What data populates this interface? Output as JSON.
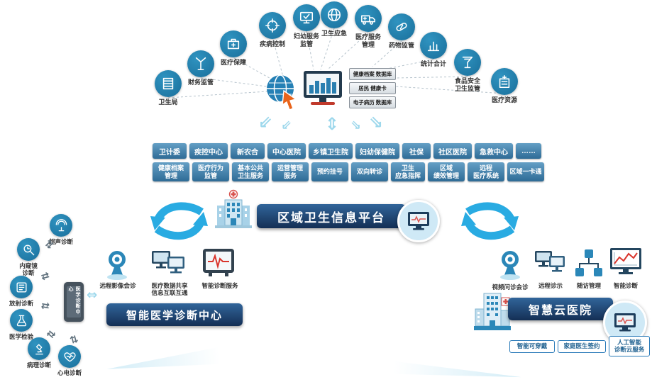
{
  "platform": {
    "title": "区域卫生信息平台"
  },
  "glyphs": {
    "swap": "⇄",
    "down_left": "⇙",
    "down_right": "⇘",
    "up_down": "⇕",
    "left_right": "⇔"
  },
  "colors": {
    "circle": "#1f7ba8",
    "accent_arrow": "#29abe2",
    "banner": "#1b4676",
    "button": "#35719f"
  },
  "top_arc": {
    "items": [
      {
        "label": "卫生局",
        "icon": "book-icon"
      },
      {
        "label": "财务监管",
        "icon": "antenna-icon"
      },
      {
        "label": "医疗保障",
        "icon": "medkit-icon"
      },
      {
        "label": "疾病控制",
        "icon": "target-icon"
      },
      {
        "label": "妇幼服务\n监管",
        "icon": "monitor-check-icon"
      },
      {
        "label": "卫生应急",
        "icon": "globe-icon"
      },
      {
        "label": "医疗服务\n管理",
        "icon": "ambulance-icon"
      },
      {
        "label": "药物监管",
        "icon": "pill-icon"
      },
      {
        "label": "统计合计",
        "icon": "bar-chart-icon"
      },
      {
        "label": "食品安全\n卫生监管",
        "icon": "glass-icon"
      },
      {
        "label": "医疗资源",
        "icon": "hospital-icon"
      }
    ]
  },
  "hub": {
    "databases": [
      "健康档案 数据库",
      "居民 健康卡",
      "电子病历 数据库"
    ]
  },
  "org_row": [
    "卫计委",
    "疾控中心",
    "新农合",
    "中心医院",
    "乡镇卫生院",
    "妇幼保健院",
    "社保",
    "社区医院",
    "急救中心",
    "……"
  ],
  "service_row": [
    "健康档案\n管理",
    "医疗行为\n监管",
    "基本公共\n卫生服务",
    "运营管理\n服务",
    "预约挂号",
    "双向转诊",
    "卫生\n应急指挥",
    "区域\n绩效管理",
    "远程\n医疗系统",
    "区域一卡通"
  ],
  "left_center": {
    "banner": "智能医学诊断中心",
    "device_label": "医学诊断中心",
    "diagnostics": [
      {
        "label": "超声诊断",
        "icon": "ultrasound-icon"
      },
      {
        "label": "内窥镜\n诊断",
        "icon": "endoscope-icon"
      },
      {
        "label": "放射诊断",
        "icon": "radiology-icon"
      },
      {
        "label": "医学检验",
        "icon": "lab-flask-icon"
      },
      {
        "label": "病理诊断",
        "icon": "microscope-icon"
      },
      {
        "label": "心电诊断",
        "icon": "heart-ecg-icon"
      }
    ],
    "services": [
      {
        "label": "远程影像会诊",
        "icon": "webcam-icon"
      },
      {
        "label": "医疗数据共享\n信息互联互通",
        "icon": "dual-monitors-icon"
      },
      {
        "label": "智能诊断服务",
        "icon": "ecg-monitor-icon"
      }
    ]
  },
  "cloud_hospital": {
    "banner": "智慧云医院",
    "services": [
      {
        "label": "视频问诊会诊",
        "icon": "webcam-icon"
      },
      {
        "label": "远程诊示",
        "icon": "dual-monitors-icon"
      },
      {
        "label": "随访管理",
        "icon": "org-network-icon"
      },
      {
        "label": "智能诊断",
        "icon": "chart-monitor-icon"
      }
    ],
    "buttons": [
      "智能可穿戴",
      "家庭医生签约",
      "人工智能\n诊断云服务"
    ]
  }
}
